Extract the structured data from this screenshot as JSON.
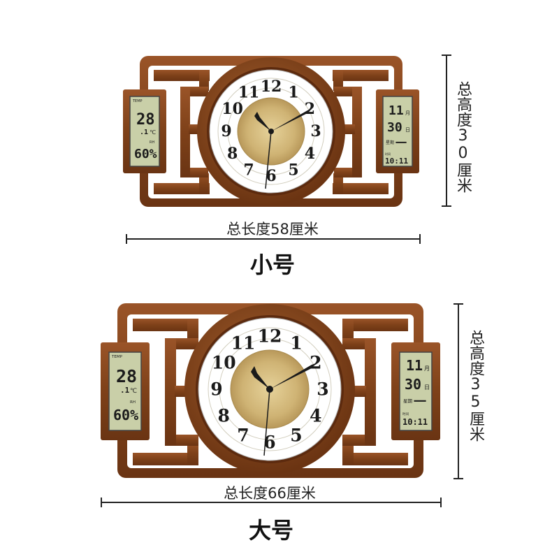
{
  "small": {
    "height_label": "总高度30厘米",
    "length_label": "总长度58厘米",
    "size_label": "小号",
    "lcd_left": {
      "temp_tag": "TEMP",
      "temperature": "28",
      "temp_unit": "℃",
      "decimal": ".1",
      "rh_tag": "RH",
      "humidity": "60%"
    },
    "lcd_right": {
      "month": "11",
      "month_unit": "月",
      "day": "30",
      "day_unit": "日",
      "week_tag": "星期",
      "weekday": "一",
      "time_tag": "时间",
      "time": "10:11"
    }
  },
  "large": {
    "height_label": "总高度35厘米",
    "length_label": "总长度66厘米",
    "size_label": "大号",
    "lcd_left": {
      "temp_tag": "TEMP",
      "temperature": "28",
      "temp_unit": "℃",
      "decimal": ".1",
      "rh_tag": "RH",
      "humidity": "60%"
    },
    "lcd_right": {
      "month": "11",
      "month_unit": "月",
      "day": "30",
      "day_unit": "日",
      "week_tag": "星期",
      "weekday": "一",
      "time_tag": "时间",
      "time": "10:11"
    }
  },
  "clock_numerals": [
    "12",
    "1",
    "2",
    "3",
    "4",
    "5",
    "6",
    "7",
    "8",
    "9",
    "10",
    "11"
  ],
  "colors": {
    "wood": "#8a4a22",
    "wood_dark": "#5e2e12",
    "lcd_bg": "#c9cfa8",
    "gold": "#c9a860"
  }
}
